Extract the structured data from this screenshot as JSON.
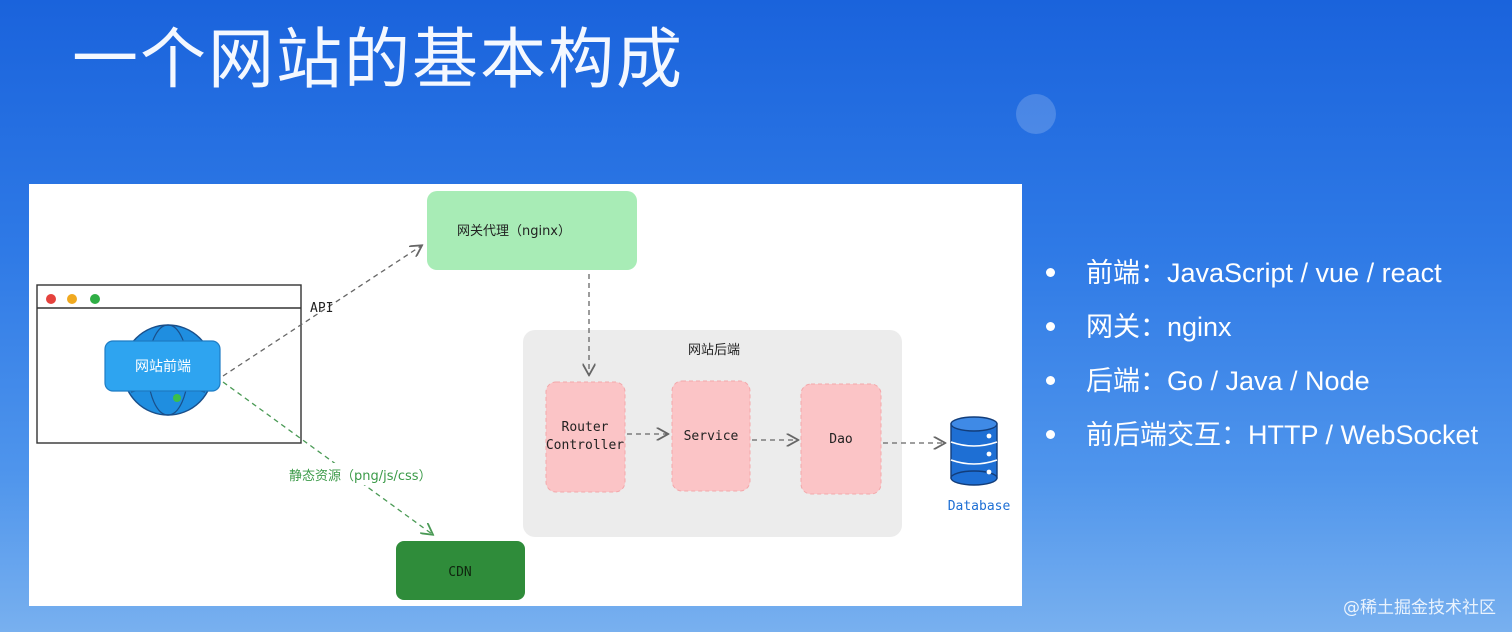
{
  "slide": {
    "title": "一个网站的基本构成",
    "watermark": "@稀土掘金技术社区"
  },
  "diagram": {
    "gateway_label": "网关代理（nginx）",
    "frontend_label": "网站前端",
    "api_label": "API",
    "backend_group_label": "网站后端",
    "router_label_line1": "Router",
    "router_label_line2": "Controller",
    "service_label": "Service",
    "dao_label": "Dao",
    "database_label": "Database",
    "static_label": "静态资源（png/js/css）",
    "cdn_label": "CDN",
    "colors": {
      "gateway": "#a8ecb6",
      "frontend": "#2ea4f0",
      "backend_group": "#ececec",
      "backend_node": "#fbc4c6",
      "cdn": "#2f8c3a",
      "static_text": "#3b9a48",
      "database": "#1e6fd4"
    }
  },
  "bullets": [
    "前端：JavaScript / vue / react",
    "网关：nginx",
    "后端：Go / Java / Node",
    "前后端交互：HTTP / WebSocket"
  ]
}
